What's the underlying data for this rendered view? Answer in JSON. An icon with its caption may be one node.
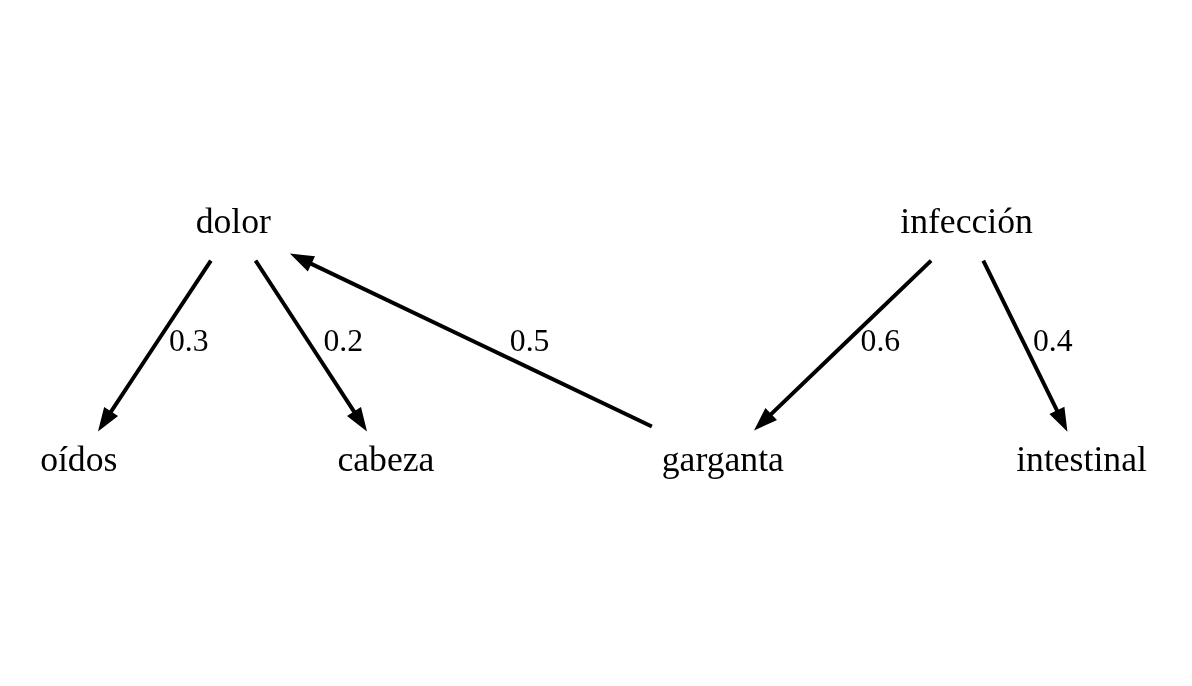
{
  "diagram": {
    "nodes": [
      {
        "text": [
          "dolor"
        ]
      },
      {
        "text": [
          "oídos"
        ]
      },
      {
        "text": [
          "cabeza"
        ]
      },
      {
        "text": [
          "infección"
        ]
      },
      {
        "text": [
          "garganta"
        ]
      },
      {
        "text": [
          "intestinal"
        ]
      }
    ],
    "edges": [
      {
        "from": 0,
        "to": 1,
        "arrow": "to",
        "label": "0.3"
      },
      {
        "from": 0,
        "to": 2,
        "arrow": "to",
        "label": "0.2"
      },
      {
        "from": 4,
        "to": 0,
        "arrow": "to",
        "label": "0.5"
      },
      {
        "from": 3,
        "to": 4,
        "arrow": "to",
        "label": "0.6"
      },
      {
        "from": 3,
        "to": 5,
        "arrow": "to",
        "label": "0.4"
      }
    ]
  }
}
